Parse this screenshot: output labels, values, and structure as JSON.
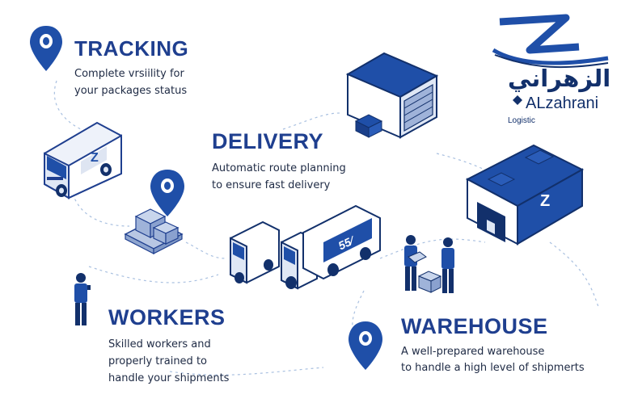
{
  "brand": {
    "name_arabic": "الزهراني",
    "name_latin": "ALzahrani",
    "tagline": "Logistic",
    "logo_letter": "Z"
  },
  "sections": {
    "tracking": {
      "title": "TRACKING",
      "line1": "Complete vrsiility for",
      "line2": "your packages status"
    },
    "delivery": {
      "title": "DELIVERY",
      "line1": "Automatic route planning",
      "line2": "to ensure fast delivery"
    },
    "workers": {
      "title": "WORKERS",
      "line1": "Skilled workers and",
      "line2": "properly trained to",
      "line3": "handle your shipments"
    },
    "warehouse": {
      "title": "WAREHOUSE",
      "line1": "A well-prepared warehouse",
      "line2": "to handle a high level of shipmerts"
    }
  },
  "truck_badge": "55⁄",
  "colors": {
    "primary": "#1f4fa8",
    "dark_navy": "#12306b",
    "light_blue": "#dfe7f5",
    "text": "#1e2a44"
  },
  "icons": [
    "location-pin-icon",
    "van-icon",
    "truck-icon",
    "warehouse-icon",
    "pallet-boxes-icon",
    "worker-icon"
  ]
}
